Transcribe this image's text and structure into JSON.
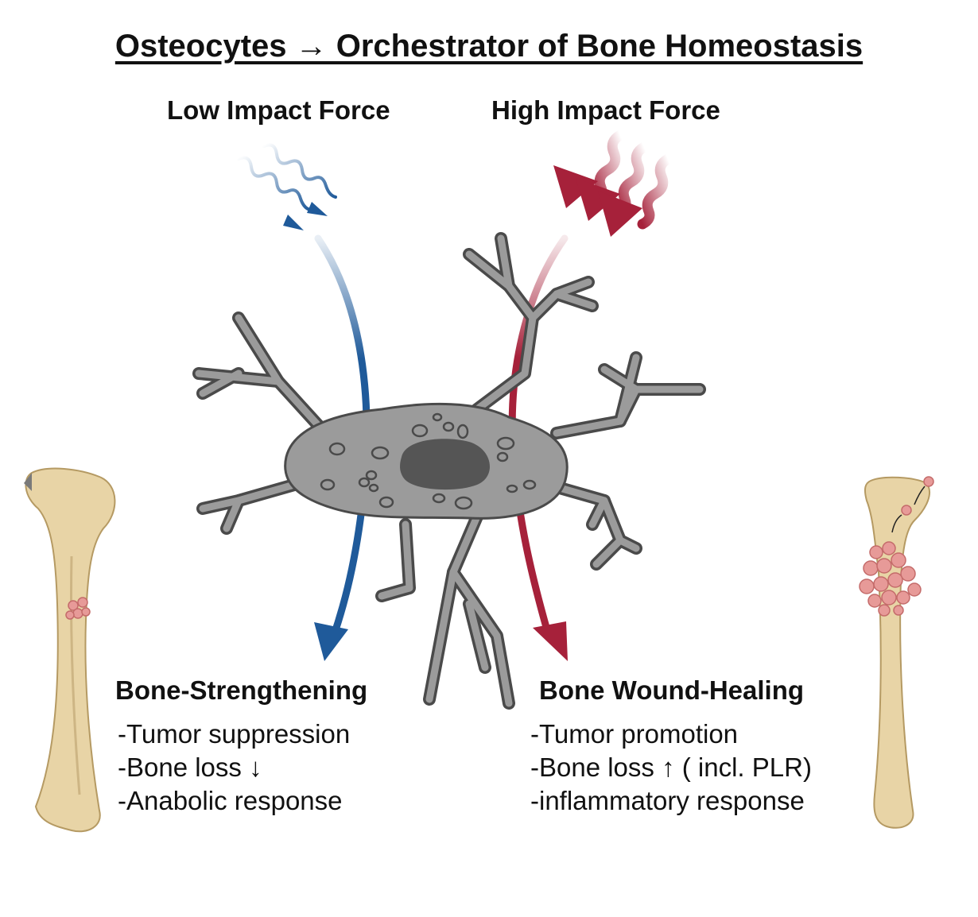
{
  "title": "Osteocytes →  Orchestrator of Bone Homeostasis",
  "forces": {
    "low": {
      "label": "Low Impact Force",
      "color": "#1f5a9a"
    },
    "high": {
      "label": "High Impact Force",
      "color": "#a6213a"
    }
  },
  "outcomes": {
    "left": {
      "heading": "Bone-Strengthening",
      "items": [
        "-Tumor suppression",
        "-Bone loss ↓",
        "-Anabolic response"
      ]
    },
    "right": {
      "heading": "Bone Wound-Healing",
      "items": [
        "-Tumor promotion",
        "-Bone loss ↑ ( incl. PLR)",
        "-inflammatory response"
      ]
    }
  },
  "colors": {
    "cell_body": "#9b9b9b",
    "cell_outline": "#4a4a4a",
    "nucleus": "#555555",
    "bone": "#e8d4a6",
    "bone_outline": "#b59a63",
    "tumor": "#e79a98"
  }
}
